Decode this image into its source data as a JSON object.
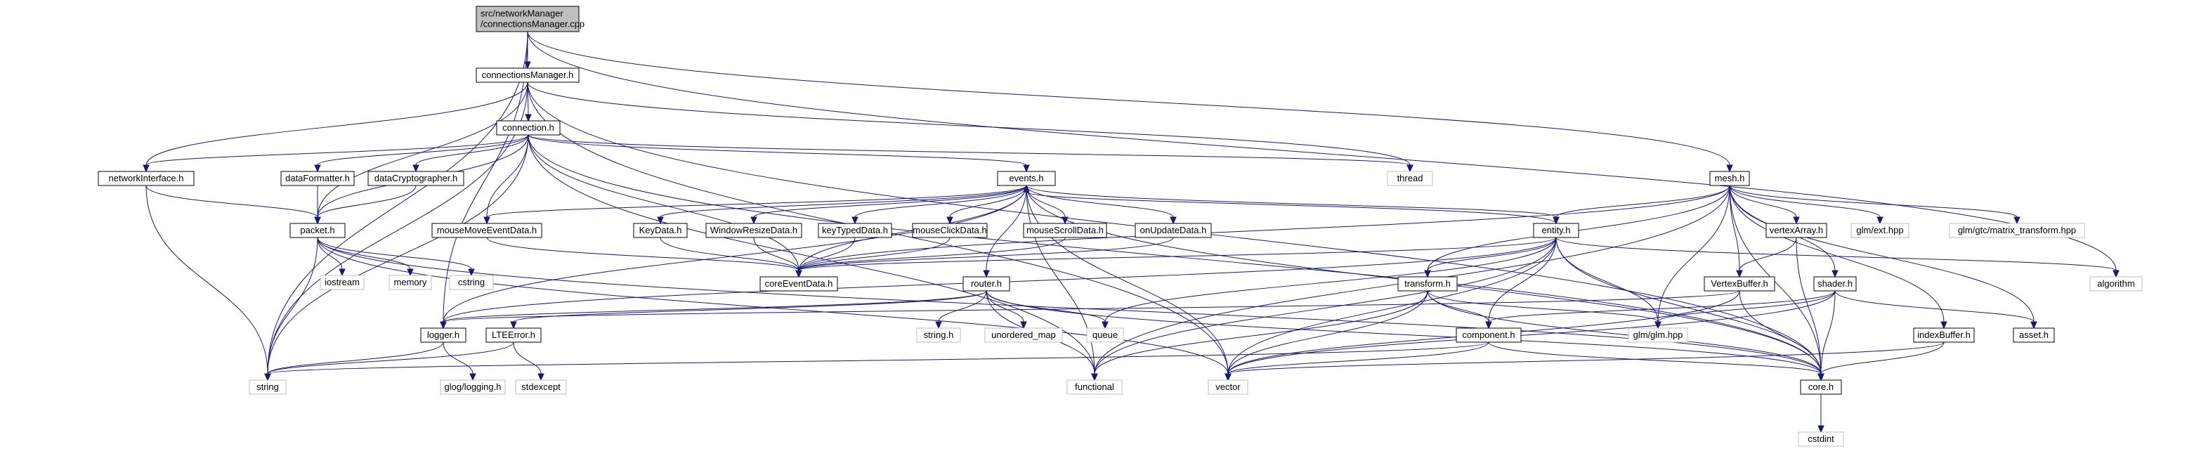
{
  "colors": {
    "edge": "#191970",
    "node_border": "#000000",
    "external_border": "#bfbfbf",
    "root_fill": "#bfbfbf",
    "background": "#ffffff"
  },
  "nodes": [
    {
      "id": "root",
      "label": "src/networkManager\n/connectionsManager.cpp",
      "kind": "root"
    },
    {
      "id": "cm",
      "label": "connectionsManager.h",
      "kind": "file"
    },
    {
      "id": "conn",
      "label": "connection.h",
      "kind": "file"
    },
    {
      "id": "ni",
      "label": "networkInterface.h",
      "kind": "file"
    },
    {
      "id": "df",
      "label": "dataFormatter.h",
      "kind": "file"
    },
    {
      "id": "dc",
      "label": "dataCryptographer.h",
      "kind": "file"
    },
    {
      "id": "pk",
      "label": "packet.h",
      "kind": "file"
    },
    {
      "id": "ev",
      "label": "events.h",
      "kind": "file"
    },
    {
      "id": "thread",
      "label": "thread",
      "kind": "ext"
    },
    {
      "id": "mmed",
      "label": "mouseMoveEventData.h",
      "kind": "file"
    },
    {
      "id": "kd",
      "label": "KeyData.h",
      "kind": "file"
    },
    {
      "id": "wrd",
      "label": "WindowResizeData.h",
      "kind": "file"
    },
    {
      "id": "ktd",
      "label": "keyTypedData.h",
      "kind": "file"
    },
    {
      "id": "mcd",
      "label": "mouseClickData.h",
      "kind": "file"
    },
    {
      "id": "msd",
      "label": "mouseScrollData.h",
      "kind": "file"
    },
    {
      "id": "oud",
      "label": "onUpdateData.h",
      "kind": "file"
    },
    {
      "id": "ced",
      "label": "coreEventData.h",
      "kind": "file"
    },
    {
      "id": "iostream",
      "label": "iostream",
      "kind": "ext"
    },
    {
      "id": "memory",
      "label": "memory",
      "kind": "ext"
    },
    {
      "id": "cstring",
      "label": "cstring",
      "kind": "ext"
    },
    {
      "id": "mesh",
      "label": "mesh.h",
      "kind": "file"
    },
    {
      "id": "entity",
      "label": "entity.h",
      "kind": "file"
    },
    {
      "id": "va",
      "label": "vertexArray.h",
      "kind": "file"
    },
    {
      "id": "glmext",
      "label": "glm/ext.hpp",
      "kind": "ext"
    },
    {
      "id": "glmmt",
      "label": "glm/gtc/matrix_transform.hpp",
      "kind": "ext"
    },
    {
      "id": "router",
      "label": "router.h",
      "kind": "file"
    },
    {
      "id": "transform",
      "label": "transform.h",
      "kind": "file"
    },
    {
      "id": "vb",
      "label": "VertexBuffer.h",
      "kind": "file"
    },
    {
      "id": "shader",
      "label": "shader.h",
      "kind": "file"
    },
    {
      "id": "algorithm",
      "label": "algorithm",
      "kind": "ext"
    },
    {
      "id": "logger",
      "label": "logger.h",
      "kind": "file"
    },
    {
      "id": "lte",
      "label": "LTEError.h",
      "kind": "file"
    },
    {
      "id": "stringh",
      "label": "string.h",
      "kind": "ext"
    },
    {
      "id": "umap",
      "label": "unordered_map",
      "kind": "ext"
    },
    {
      "id": "queue",
      "label": "queue",
      "kind": "ext"
    },
    {
      "id": "component",
      "label": "component.h",
      "kind": "file"
    },
    {
      "id": "glm",
      "label": "glm/glm.hpp",
      "kind": "ext"
    },
    {
      "id": "asset",
      "label": "asset.h",
      "kind": "file"
    },
    {
      "id": "ib",
      "label": "indexBuffer.h",
      "kind": "file"
    },
    {
      "id": "string",
      "label": "string",
      "kind": "ext"
    },
    {
      "id": "gloglog",
      "label": "glog/logging.h",
      "kind": "ext"
    },
    {
      "id": "stdexcept",
      "label": "stdexcept",
      "kind": "ext"
    },
    {
      "id": "functional",
      "label": "functional",
      "kind": "ext"
    },
    {
      "id": "vector",
      "label": "vector",
      "kind": "ext"
    },
    {
      "id": "core",
      "label": "core.h",
      "kind": "file"
    },
    {
      "id": "cstdint",
      "label": "cstdint",
      "kind": "ext"
    }
  ],
  "edges": [
    [
      "root",
      "cm"
    ],
    [
      "root",
      "mesh"
    ],
    [
      "root",
      "algorithm"
    ],
    [
      "root",
      "string"
    ],
    [
      "root",
      "logger"
    ],
    [
      "cm",
      "conn"
    ],
    [
      "cm",
      "ni"
    ],
    [
      "cm",
      "pk"
    ],
    [
      "cm",
      "thread"
    ],
    [
      "cm",
      "string"
    ],
    [
      "cm",
      "vector"
    ],
    [
      "cm",
      "core"
    ],
    [
      "conn",
      "ni"
    ],
    [
      "conn",
      "df"
    ],
    [
      "conn",
      "dc"
    ],
    [
      "conn",
      "pk"
    ],
    [
      "conn",
      "ev"
    ],
    [
      "conn",
      "thread"
    ],
    [
      "conn",
      "mmed"
    ],
    [
      "conn",
      "string"
    ],
    [
      "conn",
      "ced"
    ],
    [
      "conn",
      "functional"
    ],
    [
      "conn",
      "core"
    ],
    [
      "ni",
      "pk"
    ],
    [
      "ni",
      "string"
    ],
    [
      "df",
      "pk"
    ],
    [
      "dc",
      "pk"
    ],
    [
      "pk",
      "iostream"
    ],
    [
      "pk",
      "memory"
    ],
    [
      "pk",
      "cstring"
    ],
    [
      "pk",
      "string"
    ],
    [
      "pk",
      "vector"
    ],
    [
      "pk",
      "core"
    ],
    [
      "ev",
      "mmed"
    ],
    [
      "ev",
      "kd"
    ],
    [
      "ev",
      "wrd"
    ],
    [
      "ev",
      "ktd"
    ],
    [
      "ev",
      "mcd"
    ],
    [
      "ev",
      "msd"
    ],
    [
      "ev",
      "oud"
    ],
    [
      "ev",
      "ced"
    ],
    [
      "ev",
      "entity"
    ],
    [
      "ev",
      "router"
    ],
    [
      "ev",
      "logger"
    ],
    [
      "ev",
      "functional"
    ],
    [
      "ev",
      "vector"
    ],
    [
      "ev",
      "core"
    ],
    [
      "mmed",
      "ced"
    ],
    [
      "kd",
      "ced"
    ],
    [
      "wrd",
      "ced"
    ],
    [
      "ktd",
      "ced"
    ],
    [
      "mcd",
      "ced"
    ],
    [
      "msd",
      "ced"
    ],
    [
      "oud",
      "ced"
    ],
    [
      "mesh",
      "entity"
    ],
    [
      "mesh",
      "va"
    ],
    [
      "mesh",
      "glmext"
    ],
    [
      "mesh",
      "glmmt"
    ],
    [
      "mesh",
      "transform"
    ],
    [
      "mesh",
      "vb"
    ],
    [
      "mesh",
      "shader"
    ],
    [
      "mesh",
      "ib"
    ],
    [
      "mesh",
      "asset"
    ],
    [
      "mesh",
      "glm"
    ],
    [
      "mesh",
      "functional"
    ],
    [
      "mesh",
      "core"
    ],
    [
      "mesh",
      "ced"
    ],
    [
      "entity",
      "transform"
    ],
    [
      "entity",
      "component"
    ],
    [
      "entity",
      "glm"
    ],
    [
      "entity",
      "vector"
    ],
    [
      "entity",
      "core"
    ],
    [
      "entity",
      "functional"
    ],
    [
      "entity",
      "algorithm"
    ],
    [
      "entity",
      "queue"
    ],
    [
      "entity",
      "ced"
    ],
    [
      "entity",
      "logger"
    ],
    [
      "entity",
      "ev"
    ],
    [
      "va",
      "vb"
    ],
    [
      "va",
      "core"
    ],
    [
      "router",
      "stringh"
    ],
    [
      "router",
      "umap"
    ],
    [
      "router",
      "queue"
    ],
    [
      "router",
      "functional"
    ],
    [
      "router",
      "logger"
    ],
    [
      "router",
      "lte"
    ],
    [
      "router",
      "core"
    ],
    [
      "transform",
      "component"
    ],
    [
      "transform",
      "glm"
    ],
    [
      "transform",
      "vector"
    ],
    [
      "transform",
      "core"
    ],
    [
      "transform",
      "functional"
    ],
    [
      "vb",
      "core"
    ],
    [
      "vb",
      "vector"
    ],
    [
      "vb",
      "logger"
    ],
    [
      "shader",
      "asset"
    ],
    [
      "shader",
      "component"
    ],
    [
      "shader",
      "glm"
    ],
    [
      "shader",
      "core"
    ],
    [
      "shader",
      "vector"
    ],
    [
      "logger",
      "string"
    ],
    [
      "logger",
      "gloglog"
    ],
    [
      "lte",
      "string"
    ],
    [
      "lte",
      "stdexcept"
    ],
    [
      "component",
      "vector"
    ],
    [
      "component",
      "core"
    ],
    [
      "component",
      "string"
    ],
    [
      "ib",
      "core"
    ],
    [
      "ib",
      "vector"
    ],
    [
      "core",
      "cstdint"
    ]
  ]
}
